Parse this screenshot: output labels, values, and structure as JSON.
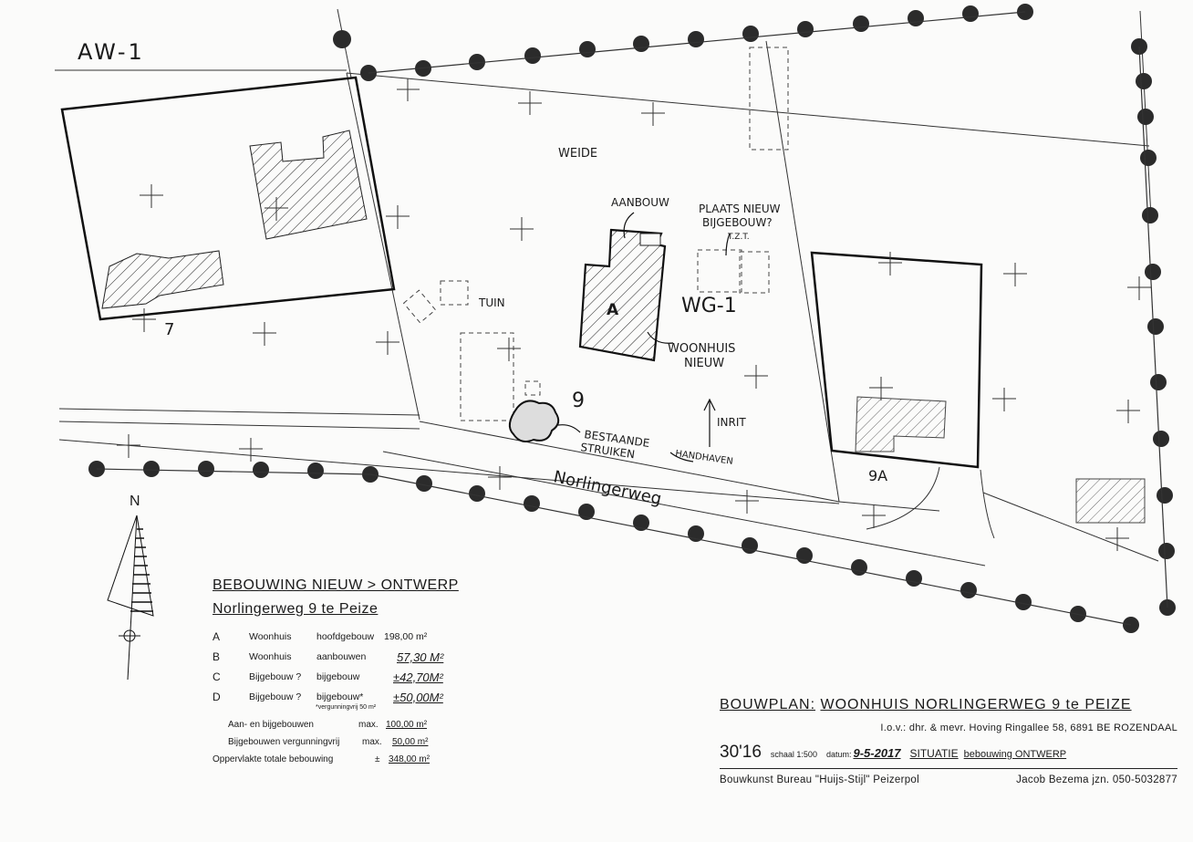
{
  "labels": {
    "aw1": "AW-1",
    "weide": "WEIDE",
    "aanbouw": "AANBOUW",
    "plaats_line1": "PLAATS NIEUW",
    "plaats_line2": "BIJGEBOUW?",
    "tzt": "T.Z.T.",
    "wg1": "WG-1",
    "a": "A",
    "tuin": "TUIN",
    "woonhuis_line1": "WOONHUIS",
    "woonhuis_line2": "NIEUW",
    "nr9": "9",
    "nr7": "7",
    "nr9a": "9A",
    "bestaande_line1": "BESTAANDE",
    "bestaande_line2": "STRUIKEN",
    "handhaven": "HANDHAVEN",
    "inrit": "INRIT",
    "street": "Norlingerweg",
    "north": "N"
  },
  "legend": {
    "title": "BEBOUWING  NIEUW  > ONTWERP",
    "subtitle": "Norlingerweg  9  te  Peize",
    "rows": [
      {
        "code": "A",
        "type": "Woonhuis",
        "kind": "hoofdgebouw",
        "value": "198,00 m²"
      },
      {
        "code": "B",
        "type": "Woonhuis",
        "kind": "aanbouwen",
        "value": "57,30 M²"
      },
      {
        "code": "C",
        "type": "Bijgebouw ?",
        "kind": "bijgebouw",
        "value": "±42,70M²"
      },
      {
        "code": "D",
        "type": "Bijgebouw ?",
        "kind": "bijgebouw*",
        "value": "±50,00M²"
      }
    ],
    "note": "*vergunningvrij 50 m²",
    "summary": [
      {
        "label": "Aan- en bijgebouwen",
        "prefix": "max.",
        "value": "100,00 m²"
      },
      {
        "label": "Bijgebouwen vergunningvrij",
        "prefix": "max.",
        "value": "50,00 m²"
      },
      {
        "label": "Oppervlakte  totale  bebouwing",
        "prefix": "±",
        "value": "348,00 m²"
      }
    ]
  },
  "titleblock": {
    "main_label": "BOUWPLAN:",
    "main_text": "WOONHUIS  NORLINGERWEG 9  te  PEIZE",
    "iov": "I.o.v.:  dhr. & mevr. Hoving  Ringallee 58,  6891 BE  ROZENDAAL",
    "number": "30'16",
    "scale": "schaal 1:500",
    "date_label": "datum:",
    "date": "9-5-2017",
    "situatie": "SITUATIE",
    "situatie_sub": "bebouwing  ONTWERP",
    "bureau": "Bouwkunst  Bureau  \"Huijs-Stijl\"  Peizerpol",
    "contact": "Jacob Bezema jzn.  050-5032877"
  }
}
